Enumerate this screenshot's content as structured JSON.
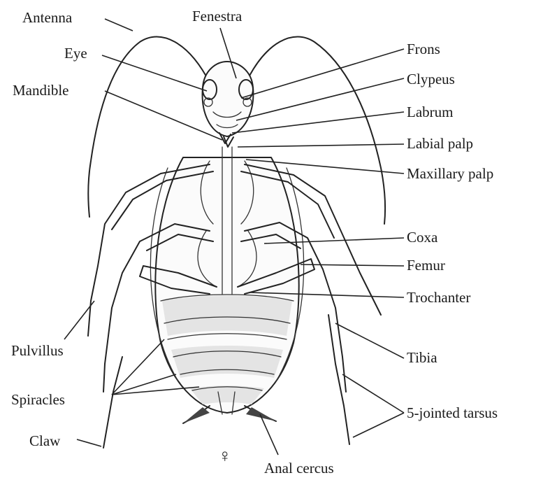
{
  "labels": {
    "antenna": "Antenna",
    "fenestra": "Fenestra",
    "eye": "Eye",
    "frons": "Frons",
    "mandible": "Mandible",
    "clypeus": "Clypeus",
    "labrum": "Labrum",
    "labial_palp": "Labial palp",
    "maxillary_palp": "Maxillary palp",
    "coxa": "Coxa",
    "femur": "Femur",
    "trochanter": "Trochanter",
    "pulvillus": "Pulvillus",
    "tibia": "Tibia",
    "spiracles": "Spiracles",
    "five_jointed_tarsus": "5-jointed tarsus",
    "claw": "Claw",
    "anal_cercus": "Anal cercus",
    "female_symbol": "♀"
  }
}
